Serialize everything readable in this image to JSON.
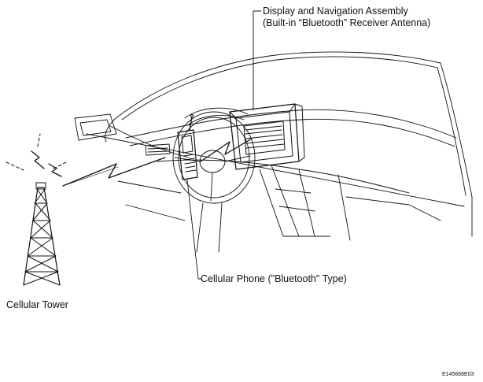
{
  "labels": {
    "display_line1": "Display and Navigation Assembly",
    "display_line2": "(Built-in “Bluetooth” Receiver Antenna)",
    "phone": "Cellular Phone (\"Bluetooth\" Type)",
    "tower": "Cellular Tower",
    "figure_code": "E145668E03"
  },
  "colors": {
    "line": "#111111",
    "background": "#ffffff"
  }
}
